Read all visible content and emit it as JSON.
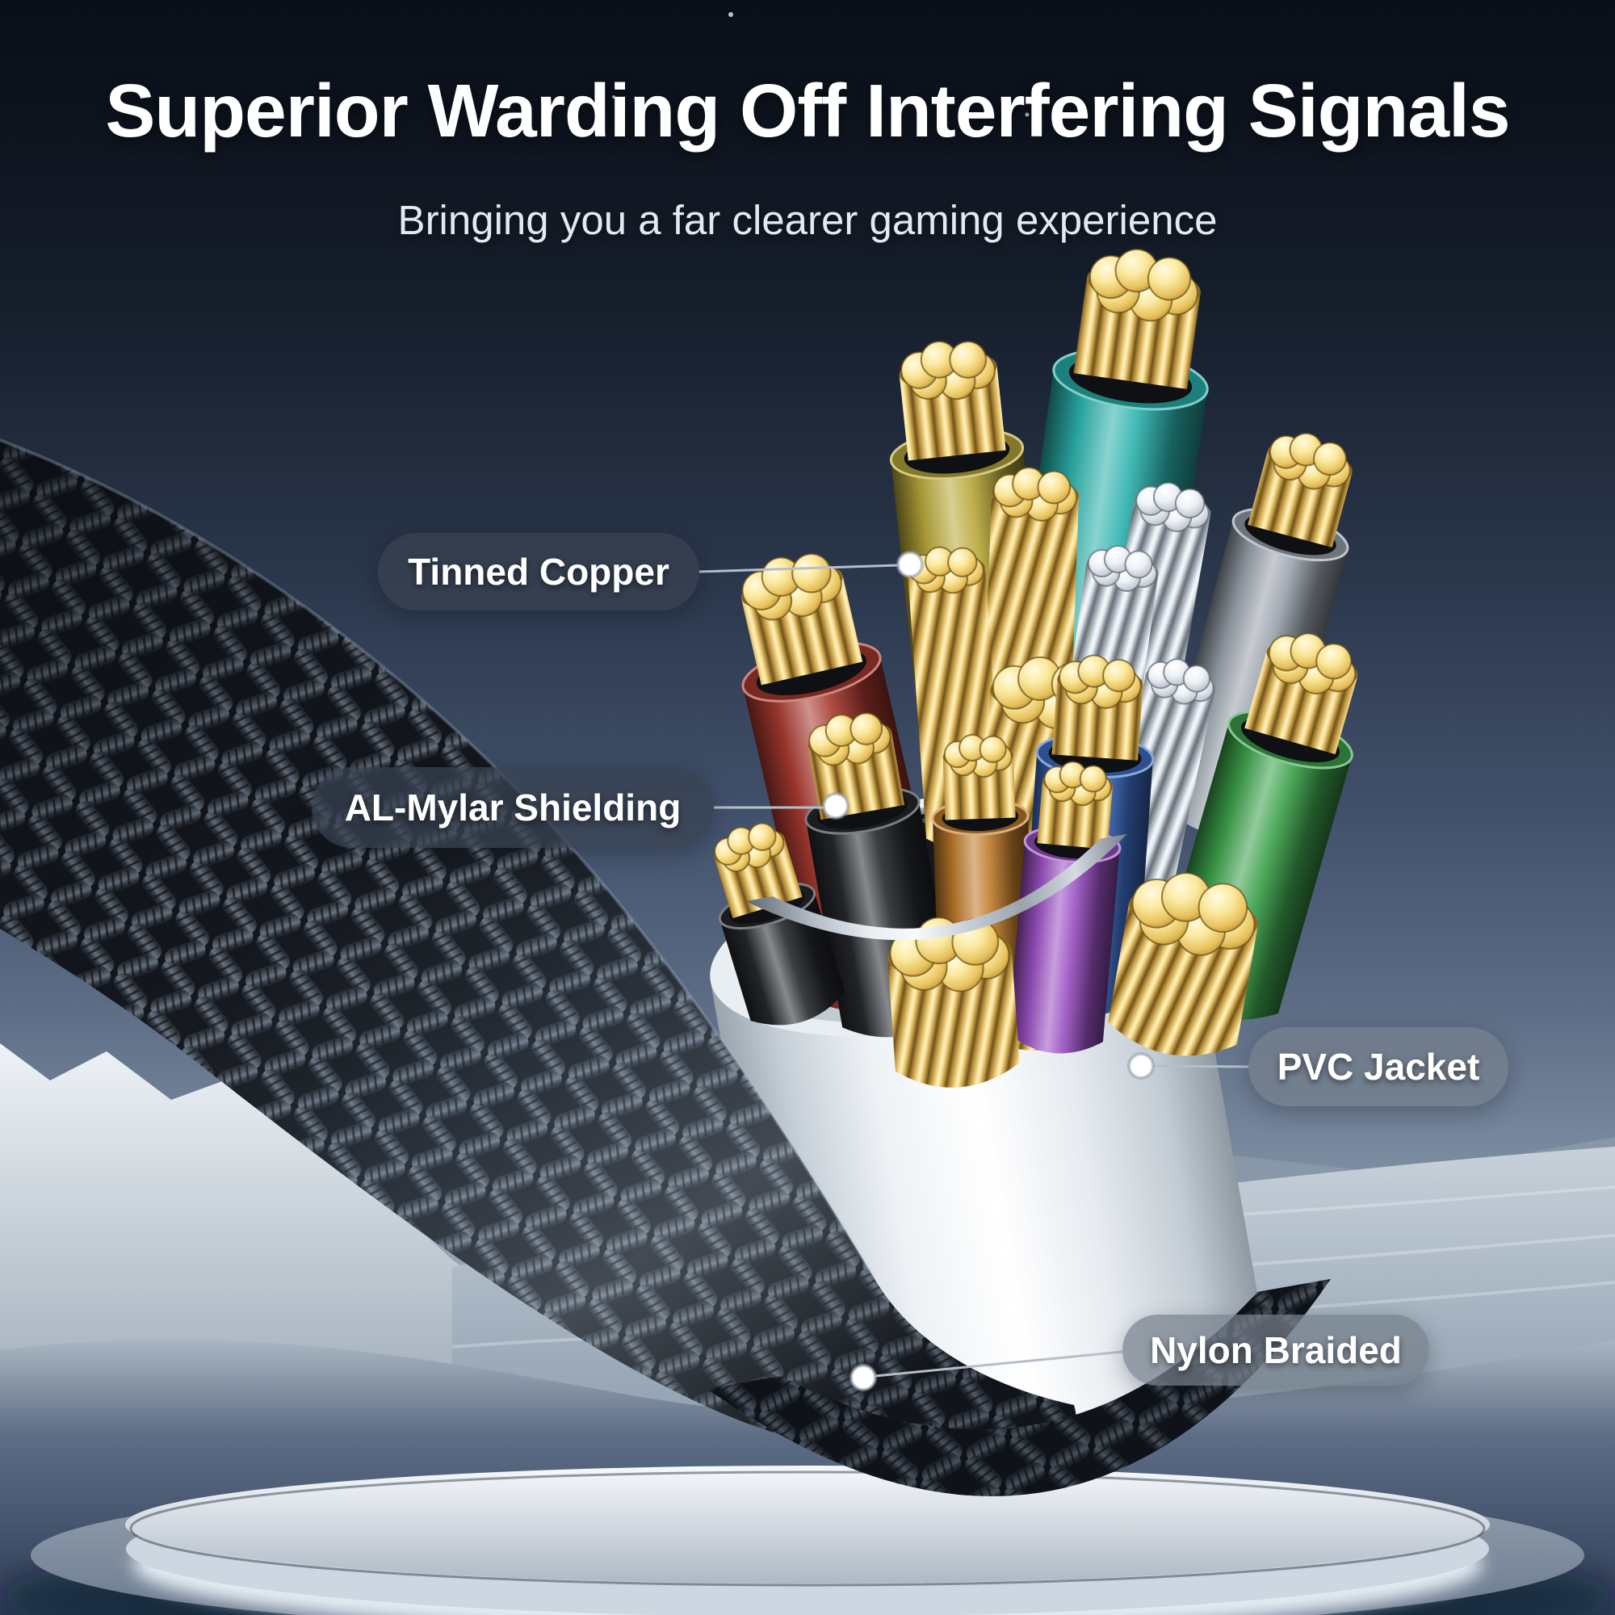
{
  "title": "Superior Warding Off Interfering Signals",
  "subtitle": "Bringing you a far clearer gaming experience",
  "callouts": [
    {
      "id": "tinned-copper",
      "label": "Tinned Copper"
    },
    {
      "id": "al-mylar-shielding",
      "label": "AL-Mylar Shielding"
    },
    {
      "id": "pvc-jacket",
      "label": "PVC Jacket"
    },
    {
      "id": "nylon-braided",
      "label": "Nylon Braided"
    }
  ],
  "colors": {
    "title": "#ffffff",
    "subtitle": "#e3e9f0",
    "pill_text": "#ffffff",
    "pill_dark_bg": "rgba(56,66,82,0.75)",
    "pill_gray_bg": "rgba(118,128,140,0.72)",
    "callout_line": "#b6bfc9",
    "callout_dot": "#ffffff",
    "sky_top": "#090e17",
    "sky_bottom": "#b9c4d0",
    "gold_strand": "#e9c86a",
    "silver_strand": "#d9dfe5",
    "jacket_white": "#f4f7fa",
    "shield_silver": "#c9d0d8",
    "braid_dark": "#23272e",
    "wires": {
      "teal": "#2bb2ad",
      "yellow": "#b9a93a",
      "red": "#a83a30",
      "blue": "#3f70c8",
      "green": "#3ca24b",
      "purple": "#9b51c3",
      "orange": "#bf7b2b",
      "gray": "#9aa2ac",
      "black": "#26292e"
    }
  }
}
